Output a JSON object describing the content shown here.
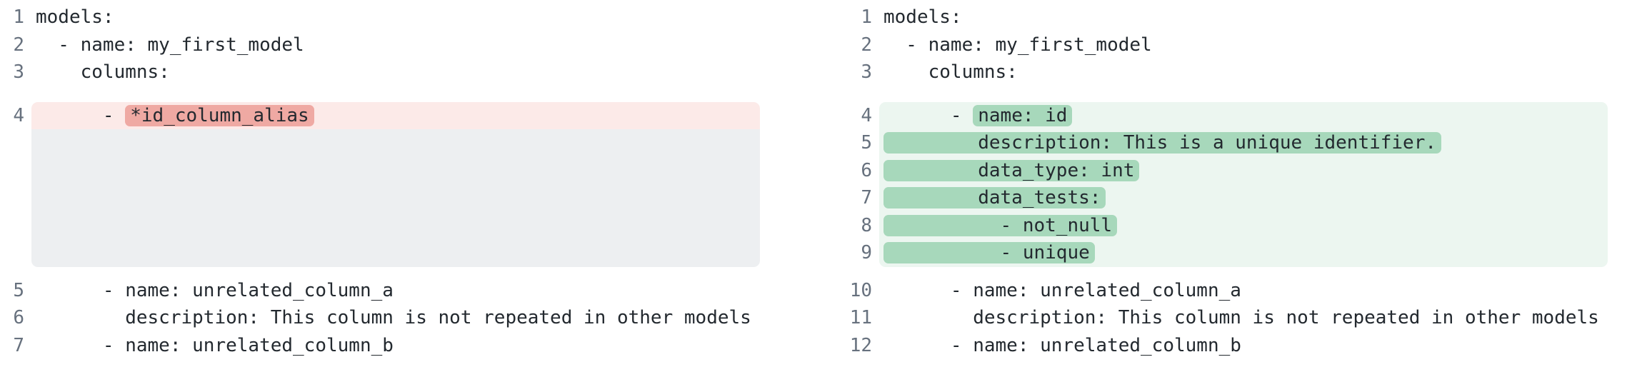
{
  "colors": {
    "removed_line_bg": "#fceae8",
    "removed_token_bg": "#efa9a3",
    "added_line_bg": "#ecf6f0",
    "added_token_bg": "#a7d8bb",
    "collapsed_filler_bg": "#edeff1",
    "line_number_text": "#67717e",
    "code_text": "#23292f"
  },
  "left": {
    "context_top": [
      {
        "num": "1",
        "text": "models:"
      },
      {
        "num": "2",
        "text": "  - name: my_first_model"
      },
      {
        "num": "3",
        "text": "    columns:"
      }
    ],
    "removed": {
      "num": "4",
      "prefix": "      - ",
      "token": "*id_column_alias"
    },
    "context_bottom": [
      {
        "num": "5",
        "text": "      - name: unrelated_column_a"
      },
      {
        "num": "6",
        "text": "        description: This column is not repeated in other models"
      },
      {
        "num": "7",
        "text": "      - name: unrelated_column_b"
      }
    ]
  },
  "right": {
    "context_top": [
      {
        "num": "1",
        "text": "models:"
      },
      {
        "num": "2",
        "text": "  - name: my_first_model"
      },
      {
        "num": "3",
        "text": "    columns:"
      }
    ],
    "added": [
      {
        "num": "4",
        "prefix": "      - ",
        "token": "name: id"
      },
      {
        "num": "5",
        "prefix": "",
        "token": "        description: This is a unique identifier."
      },
      {
        "num": "6",
        "prefix": "",
        "token": "        data_type: int"
      },
      {
        "num": "7",
        "prefix": "",
        "token": "        data_tests:"
      },
      {
        "num": "8",
        "prefix": "",
        "token": "          - not_null"
      },
      {
        "num": "9",
        "prefix": "",
        "token": "          - unique"
      }
    ],
    "context_bottom": [
      {
        "num": "10",
        "text": "      - name: unrelated_column_a"
      },
      {
        "num": "11",
        "text": "        description: This column is not repeated in other models"
      },
      {
        "num": "12",
        "text": "      - name: unrelated_column_b"
      }
    ]
  }
}
